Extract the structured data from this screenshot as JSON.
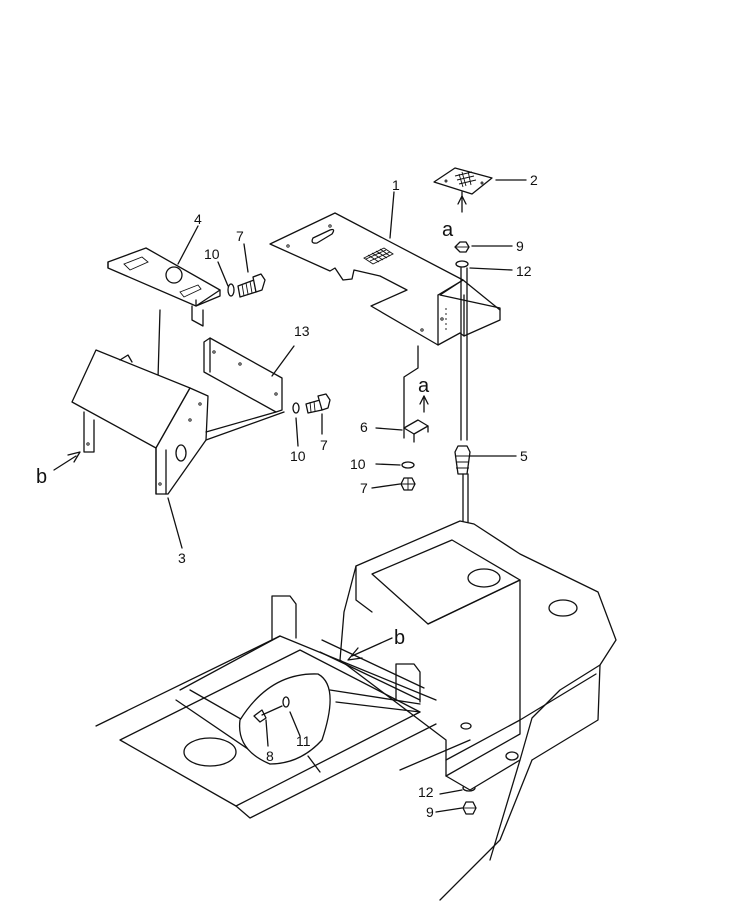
{
  "parts": {
    "p1": "1",
    "p2": "2",
    "p3": "3",
    "p4": "4",
    "p5": "5",
    "p6": "6",
    "p7a": "7",
    "p7b": "7",
    "p7c": "7",
    "p8": "8",
    "p9a": "9",
    "p9b": "9",
    "p10a": "10",
    "p10b": "10",
    "p10c": "10",
    "p11": "11",
    "p12a": "12",
    "p12b": "12",
    "p13": "13"
  },
  "refs": {
    "a1": "a",
    "a2": "a",
    "b1": "b",
    "b2": "b"
  },
  "icons": [
    "hex-bolt-icon",
    "washer-icon",
    "nut-icon",
    "arrow-icon"
  ]
}
